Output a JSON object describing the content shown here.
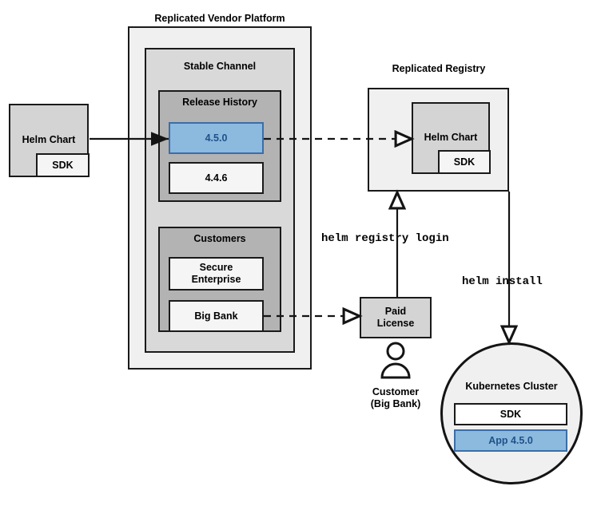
{
  "diagram": {
    "title_vendor_platform": "Replicated Vendor Platform",
    "title_registry": "Replicated Registry",
    "source_chart": {
      "label": "Helm Chart",
      "sub_label": "SDK"
    },
    "stable_channel": {
      "label": "Stable Channel"
    },
    "release_history": {
      "label": "Release History",
      "releases": [
        {
          "version": "4.5.0",
          "highlighted": true
        },
        {
          "version": "4.4.6",
          "highlighted": false
        }
      ]
    },
    "customers": {
      "label": "Customers",
      "entries": [
        {
          "name": "Secure\nEnterprise"
        },
        {
          "name": "Big Bank"
        }
      ]
    },
    "registry_chart": {
      "label": "Helm Chart",
      "sub_label": "SDK"
    },
    "paid_license": {
      "label": "Paid\nLicense"
    },
    "customer_actor": {
      "label": "Customer\n(Big Bank)"
    },
    "commands": [
      {
        "text": "helm registry login"
      },
      {
        "text": "helm install"
      }
    ],
    "kubernetes_cluster": {
      "label": "Kubernetes Cluster",
      "workloads": [
        {
          "name": "SDK",
          "highlighted": false
        },
        {
          "name": "App 4.5.0",
          "highlighted": true
        }
      ]
    },
    "colors": {
      "accent_blue_fill": "#8cb9de",
      "accent_blue_border": "#3a6ea8",
      "accent_blue_text": "#1f5288",
      "shell_gray": "#f0f0f0",
      "channel_gray": "#d9d9d9",
      "group_gray": "#b3b3b3",
      "item_gray": "#f5f5f5",
      "chart_gray": "#d4d4d4",
      "stroke": "#1a1a1a"
    }
  }
}
